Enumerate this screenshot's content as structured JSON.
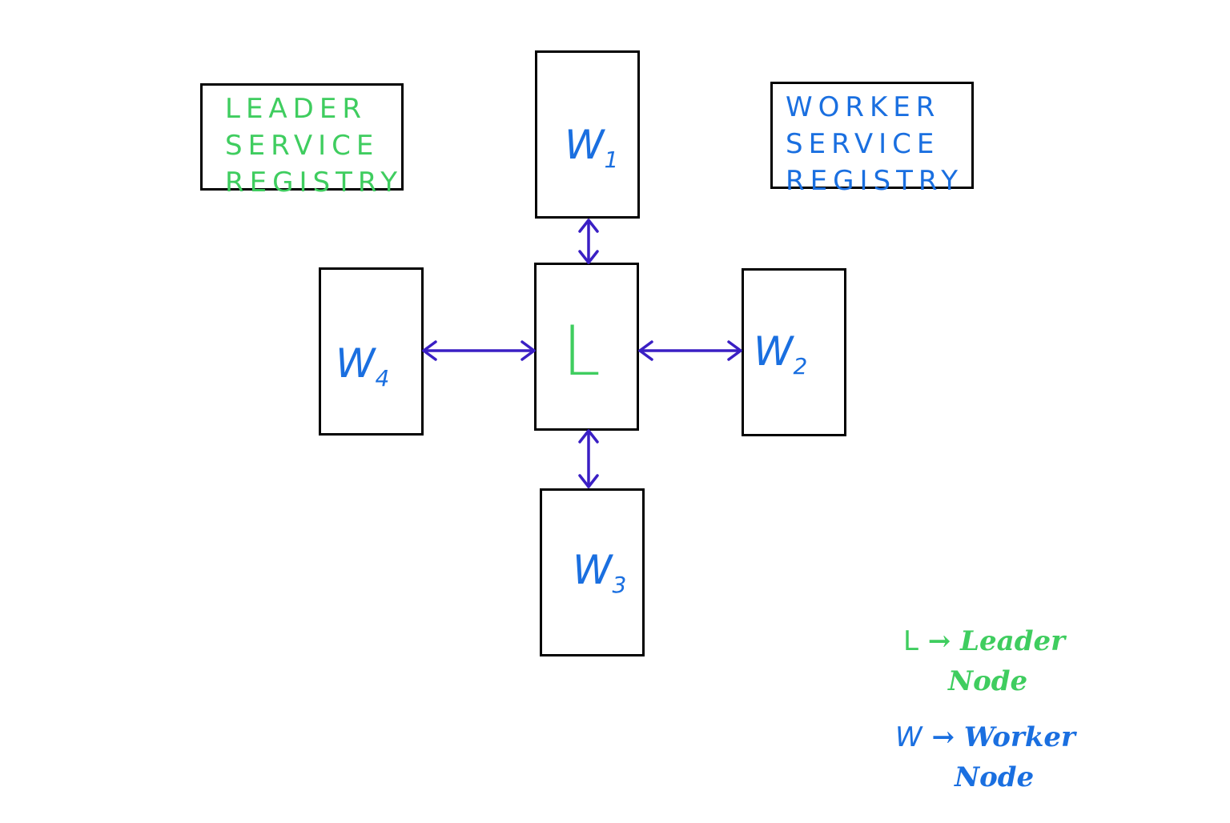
{
  "registries": {
    "leader": {
      "text": "LEADER\nSERVICE\nREGISTRY",
      "color": "#3fcd5f"
    },
    "worker": {
      "text": "WORKER\nSERVICE\nREGISTRY",
      "color": "#1a6fe0"
    }
  },
  "nodes": {
    "leader": {
      "label": "L"
    },
    "w1": {
      "letter": "W",
      "index": "1"
    },
    "w2": {
      "letter": "W",
      "index": "2"
    },
    "w3": {
      "letter": "W",
      "index": "3"
    },
    "w4": {
      "letter": "W",
      "index": "4"
    }
  },
  "legend": {
    "leader": {
      "key": "L",
      "arrow": "→",
      "line1": "Leader",
      "line2": "Node"
    },
    "worker": {
      "key": "W",
      "arrow": "→",
      "line1": "Worker",
      "line2": "Node"
    }
  },
  "colors": {
    "leader": "#3fcd5f",
    "worker": "#1a6fe0",
    "arrow": "#3a1fc4",
    "border": "#000000"
  }
}
